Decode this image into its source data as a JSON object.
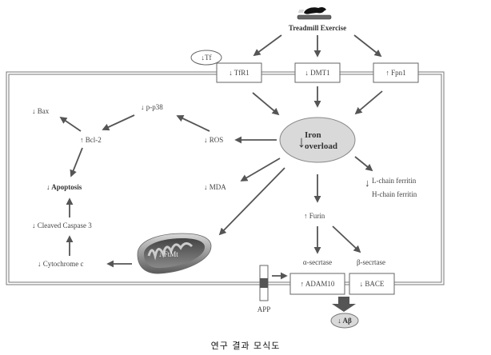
{
  "title": "Iron metabolism and apoptosis / amyloid pathway schematic",
  "caption": "연구 결과 모식도",
  "top": {
    "stimulus": "Treadmill Exercise",
    "stimulus_icon": "rat-on-treadmill-icon"
  },
  "membrane_proteins": [
    {
      "id": "tfr1",
      "direction": "↓",
      "label": "TfR1"
    },
    {
      "id": "dmt1",
      "direction": "↓",
      "label": "DMT1"
    },
    {
      "id": "fpn1",
      "direction": "↑",
      "label": "Fpn1"
    }
  ],
  "tf": {
    "direction": "↓",
    "label": "Tf"
  },
  "iron": {
    "direction": "↓",
    "line1": "Iron",
    "line2": "overload"
  },
  "nodes": {
    "ros": {
      "direction": "↓",
      "label": "ROS"
    },
    "pp38": {
      "direction": "↓",
      "label": "p-p38"
    },
    "bcl2": {
      "direction": "↑",
      "label": "Bcl-2"
    },
    "bax": {
      "direction": "↓",
      "label": "Bax"
    },
    "apoptosis": {
      "direction": "↓",
      "label": "Apoptosis"
    },
    "caspase3": {
      "direction": "↓",
      "label": "Cleaved Caspase 3"
    },
    "cytc": {
      "direction": "↓",
      "label": "Cytochrome c"
    },
    "ftmt": {
      "direction": "↓",
      "label": "FtMt"
    },
    "mda": {
      "direction": "↓",
      "label": "MDA"
    },
    "ferritin": {
      "direction": "↓",
      "line1": "L-chain ferritin",
      "line2": "H-chain ferritin"
    },
    "furin": {
      "direction": "↑",
      "label": "Furin"
    }
  },
  "secretases": {
    "alpha_label": "α-secrtase",
    "beta_label": "β-secrtase",
    "adam10": {
      "direction": "↑",
      "label": "ADAM10"
    },
    "bace": {
      "direction": "↓",
      "label": "BACE"
    }
  },
  "app": {
    "label": "APP"
  },
  "abeta": {
    "direction": "↓",
    "label": "Aβ"
  },
  "colors": {
    "line": "#555555",
    "ellipse_fill": "#d9d9d9",
    "box_stroke": "#666666",
    "text": "#444444"
  }
}
